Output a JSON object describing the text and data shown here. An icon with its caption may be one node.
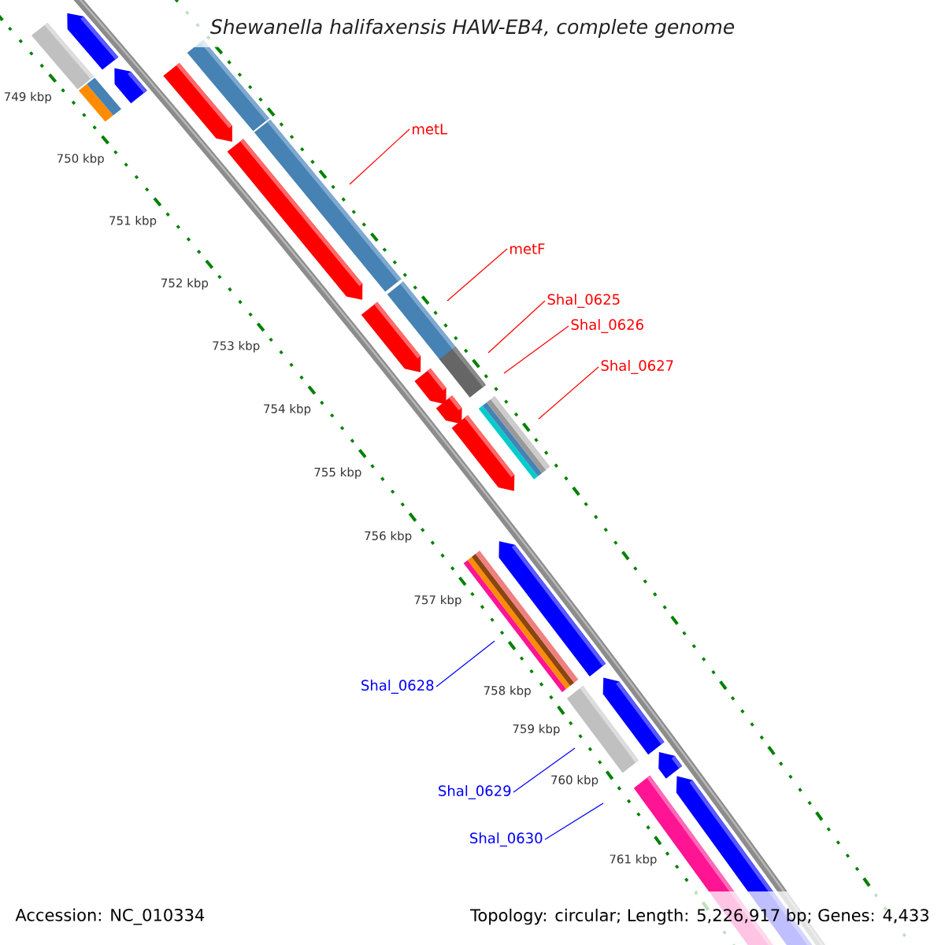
{
  "diagram": {
    "title": "Shewanella halifaxensis HAW-EB4, complete genome",
    "nodes": [
      {
        "text": [
          "metL"
        ]
      },
      {
        "text": [
          "metF"
        ]
      },
      {
        "text": [
          "Shal_0625"
        ]
      },
      {
        "text": [
          "Shal_0626"
        ]
      },
      {
        "text": [
          "Shal_0627"
        ]
      },
      {
        "text": [
          "Shal_0628"
        ]
      },
      {
        "text": [
          "Shal_0629"
        ]
      },
      {
        "text": [
          "Shal_0630"
        ]
      }
    ],
    "edges": [
      {
        "from": 0,
        "to": null,
        "arrow": "none"
      },
      {
        "from": 1,
        "to": null,
        "arrow": "none"
      },
      {
        "from": 2,
        "to": null,
        "arrow": "none"
      },
      {
        "from": 3,
        "to": null,
        "arrow": "none"
      },
      {
        "from": 4,
        "to": null,
        "arrow": "none"
      },
      {
        "from": 5,
        "to": null,
        "arrow": "none",
        "color": "#0000ff"
      },
      {
        "from": 6,
        "to": null,
        "arrow": "none",
        "color": "#0000ff"
      },
      {
        "from": 7,
        "to": null,
        "arrow": "none",
        "color": "#0000ff"
      }
    ],
    "labels": [
      "749 kbp",
      "750 kbp",
      "751 kbp",
      "752 kbp",
      "753 kbp",
      "754 kbp",
      "755 kbp",
      "756 kbp",
      "757 kbp",
      "758 kbp",
      "759 kbp",
      "760 kbp",
      "761 kbp",
      "Accession: NC_010334",
      "Topology: circular; Length: 5,226,917 bp; Genes: 4,433"
    ]
  }
}
